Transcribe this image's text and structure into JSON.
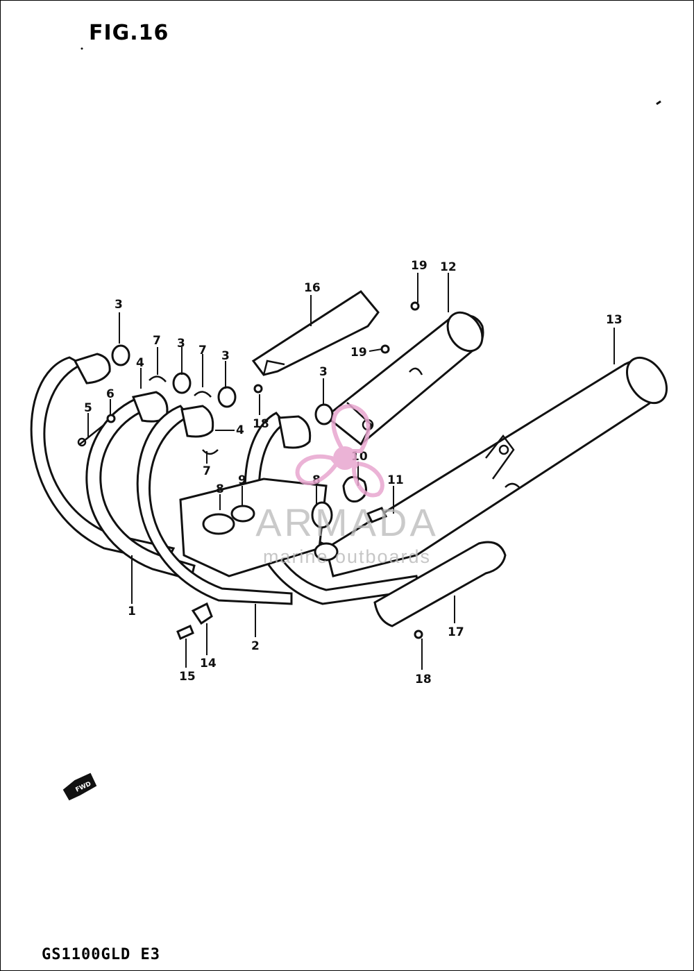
{
  "title": "FIG.16",
  "model_code": "GS1100GLD E3",
  "watermark": {
    "brand": "ARMADA",
    "tagline": "marine outboards"
  },
  "front_arrow": {
    "label": "FWD",
    "icon": "front-direction-arrow-icon"
  },
  "callouts": {
    "c1": "1",
    "c2": "2",
    "c3a": "3",
    "c3b": "3",
    "c3c": "3",
    "c3d": "3",
    "c4a": "4",
    "c4b": "4",
    "c5": "5",
    "c6": "6",
    "c7a": "7",
    "c7b": "7",
    "c7c": "7",
    "c8a": "8",
    "c8b": "8",
    "c9": "9",
    "c10": "10",
    "c11": "11",
    "c12": "12",
    "c13": "13",
    "c14": "14",
    "c15": "15",
    "c16": "16",
    "c17": "17",
    "c18a": "18",
    "c18b": "18",
    "c19a": "19",
    "c19b": "19"
  },
  "colors": {
    "line": "#111111",
    "watermark_pink": "#e8a6cf",
    "watermark_gray": "#b9b9b9"
  }
}
